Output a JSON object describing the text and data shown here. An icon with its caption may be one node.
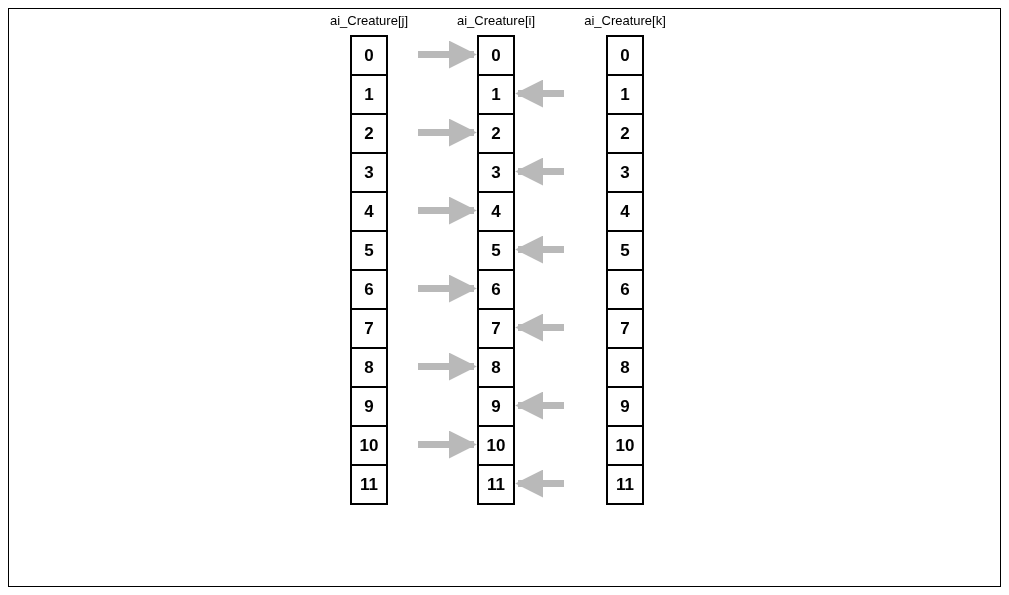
{
  "diagram": {
    "nodes": [
      {
        "text": [
          "ai_Creature[j]"
        ]
      },
      {
        "text": [
          "0"
        ],
        "in": 0
      },
      {
        "text": [
          "1"
        ],
        "in": 0
      },
      {
        "text": [
          "2"
        ],
        "in": 0
      },
      {
        "text": [
          "3"
        ],
        "in": 0
      },
      {
        "text": [
          "4"
        ],
        "in": 0
      },
      {
        "text": [
          "5"
        ],
        "in": 0
      },
      {
        "text": [
          "6"
        ],
        "in": 0
      },
      {
        "text": [
          "7"
        ],
        "in": 0
      },
      {
        "text": [
          "8"
        ],
        "in": 0
      },
      {
        "text": [
          "9"
        ],
        "in": 0
      },
      {
        "text": [
          "10"
        ],
        "in": 0
      },
      {
        "text": [
          "11"
        ],
        "in": 0
      },
      {
        "text": [
          "ai_Creature[i]"
        ]
      },
      {
        "text": [
          "0"
        ],
        "in": 13
      },
      {
        "text": [
          "1"
        ],
        "in": 13
      },
      {
        "text": [
          "2"
        ],
        "in": 13
      },
      {
        "text": [
          "3"
        ],
        "in": 13
      },
      {
        "text": [
          "4"
        ],
        "in": 13
      },
      {
        "text": [
          "5"
        ],
        "in": 13
      },
      {
        "text": [
          "6"
        ],
        "in": 13
      },
      {
        "text": [
          "7"
        ],
        "in": 13
      },
      {
        "text": [
          "8"
        ],
        "in": 13
      },
      {
        "text": [
          "9"
        ],
        "in": 13
      },
      {
        "text": [
          "10"
        ],
        "in": 13
      },
      {
        "text": [
          "11"
        ],
        "in": 13
      },
      {
        "text": [
          "ai_Creature[k]"
        ]
      },
      {
        "text": [
          "0"
        ],
        "in": 26
      },
      {
        "text": [
          "1"
        ],
        "in": 26
      },
      {
        "text": [
          "2"
        ],
        "in": 26
      },
      {
        "text": [
          "3"
        ],
        "in": 26
      },
      {
        "text": [
          "4"
        ],
        "in": 26
      },
      {
        "text": [
          "5"
        ],
        "in": 26
      },
      {
        "text": [
          "6"
        ],
        "in": 26
      },
      {
        "text": [
          "7"
        ],
        "in": 26
      },
      {
        "text": [
          "8"
        ],
        "in": 26
      },
      {
        "text": [
          "9"
        ],
        "in": 26
      },
      {
        "text": [
          "10"
        ],
        "in": 26
      },
      {
        "text": [
          "11"
        ],
        "in": 26
      }
    ],
    "edges": [
      {
        "from": 1,
        "to": 14,
        "arrow": "to"
      },
      {
        "from": 28,
        "to": 15,
        "arrow": "to"
      },
      {
        "from": 3,
        "to": 16,
        "arrow": "to"
      },
      {
        "from": 30,
        "to": 17,
        "arrow": "to"
      },
      {
        "from": 5,
        "to": 18,
        "arrow": "to"
      },
      {
        "from": 32,
        "to": 19,
        "arrow": "to"
      },
      {
        "from": 7,
        "to": 20,
        "arrow": "to"
      },
      {
        "from": 34,
        "to": 21,
        "arrow": "to"
      },
      {
        "from": 9,
        "to": 22,
        "arrow": "to"
      },
      {
        "from": 36,
        "to": 23,
        "arrow": "to"
      },
      {
        "from": 11,
        "to": 24,
        "arrow": "to"
      },
      {
        "from": 38,
        "to": 25,
        "arrow": "to"
      }
    ]
  }
}
